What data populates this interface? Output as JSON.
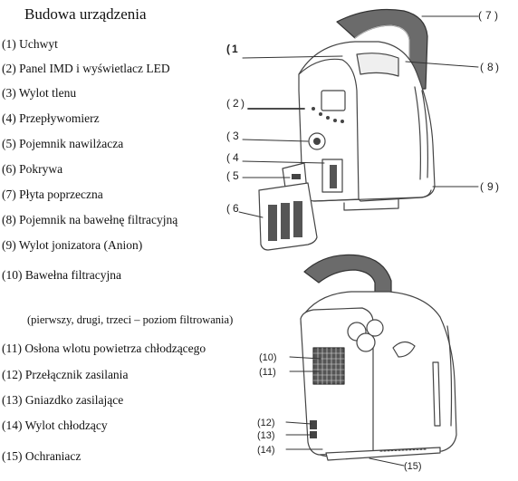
{
  "title": "Budowa urządzenia",
  "items": [
    "(1) Uchwyt",
    "(2) Panel IMD i wyświetlacz LED",
    "(3)  Wylot tlenu",
    "(4)  Przepływomierz",
    "(5)  Pojemnik nawilżacza",
    "(6)  Pokrywa",
    "(7)  Płyta poprzeczna",
    "(8) Pojemnik na bawełnę filtracyjną",
    "(9)  Wylot jonizatora (Anion)",
    "(10)  Bawełna filtracyjna",
    "(11)  Osłona wlotu powietrza chłodzącego",
    "(12)  Przełącznik zasilania",
    "(13)  Gniazdko zasilające",
    "(14)  Wylot chłodzący",
    "(15)  Ochraniacz"
  ],
  "filter_note": "(pierwszy, drugi, trzeci – poziom filtrowania)",
  "callouts": {
    "c1": "1",
    "c2": "2",
    "c3": "3",
    "c4": "4",
    "c5": "5",
    "c6": "6",
    "c7": "7",
    "c8": "8",
    "c9": "9",
    "c10": "(10)",
    "c11": "(11)",
    "c12": "(12)",
    "c13": "(13)",
    "c14": "(14)",
    "c15": "(15)"
  },
  "colors": {
    "line": "#333333",
    "body_stroke": "#444444",
    "handle_dark": "#6b6b6b",
    "grille": "#555555"
  }
}
